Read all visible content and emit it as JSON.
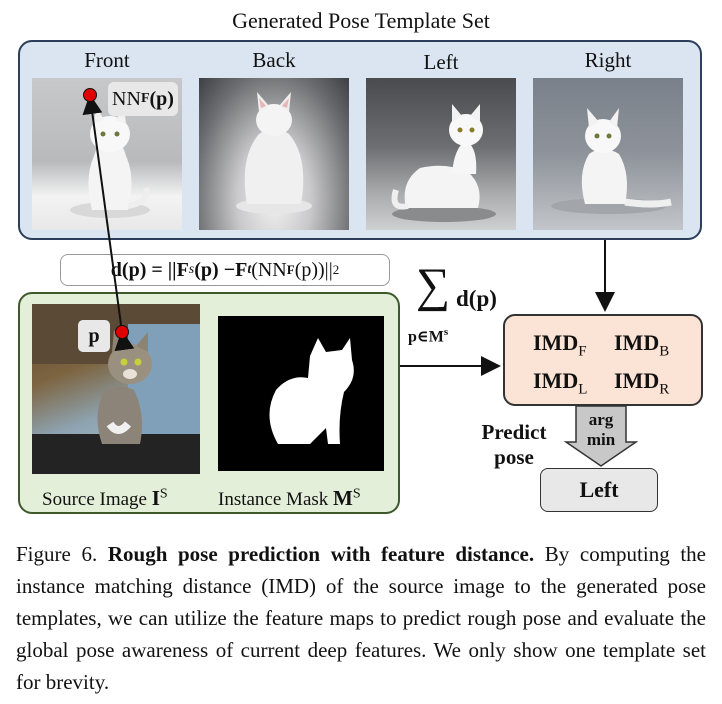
{
  "figure_title": "Generated Pose Template Set",
  "views": [
    "Front",
    "Back",
    "Left",
    "Right"
  ],
  "nn_label": "NN",
  "nn_sub": "F",
  "nn_arg": "(p)",
  "formula": "d(p) = || Fˢ(p) − Fᵗ(NN_F(p))|| ₂",
  "formula_parts": {
    "lhs": "d(p) = || ",
    "fs": "F",
    "s_sup": "s",
    "p1": "(p) − ",
    "ft": "F",
    "t_sup": "t",
    "nn": "(NN",
    "nn_sub": "F",
    "tail": "(p))|| ",
    "norm": "2"
  },
  "sum": {
    "symbol": "∑",
    "body": "d(p)",
    "under": "p∈M",
    "under_sup": "s"
  },
  "p_label": "p",
  "source_caption": "Source Image ",
  "source_caption_sym": "I",
  "source_caption_sup": "S",
  "mask_caption": "Instance Mask ",
  "mask_caption_sym": "M",
  "mask_caption_sup": "S",
  "imd": [
    {
      "label": "IMD",
      "sub": "F"
    },
    {
      "label": "IMD",
      "sub": "B"
    },
    {
      "label": "IMD",
      "sub": "L"
    },
    {
      "label": "IMD",
      "sub": "R"
    }
  ],
  "argmin": [
    "arg",
    "min"
  ],
  "predict_label": [
    "Predict",
    "pose"
  ],
  "prediction": "Left",
  "caption": {
    "prefix": "Figure 6. ",
    "bold": "Rough pose prediction with feature distance.",
    "text": " By computing the instance matching distance (IMD) of the source image to the generated pose templates, we can utilize the feature maps to predict rough pose and evaluate the global pose awareness of current deep features. We only show one template set for brevity."
  },
  "colors": {
    "template_panel_bg": "#dbe5f1",
    "source_panel_bg": "#e3efd9",
    "imd_box_bg": "#fbe3d6",
    "point_red": "#e00000"
  }
}
